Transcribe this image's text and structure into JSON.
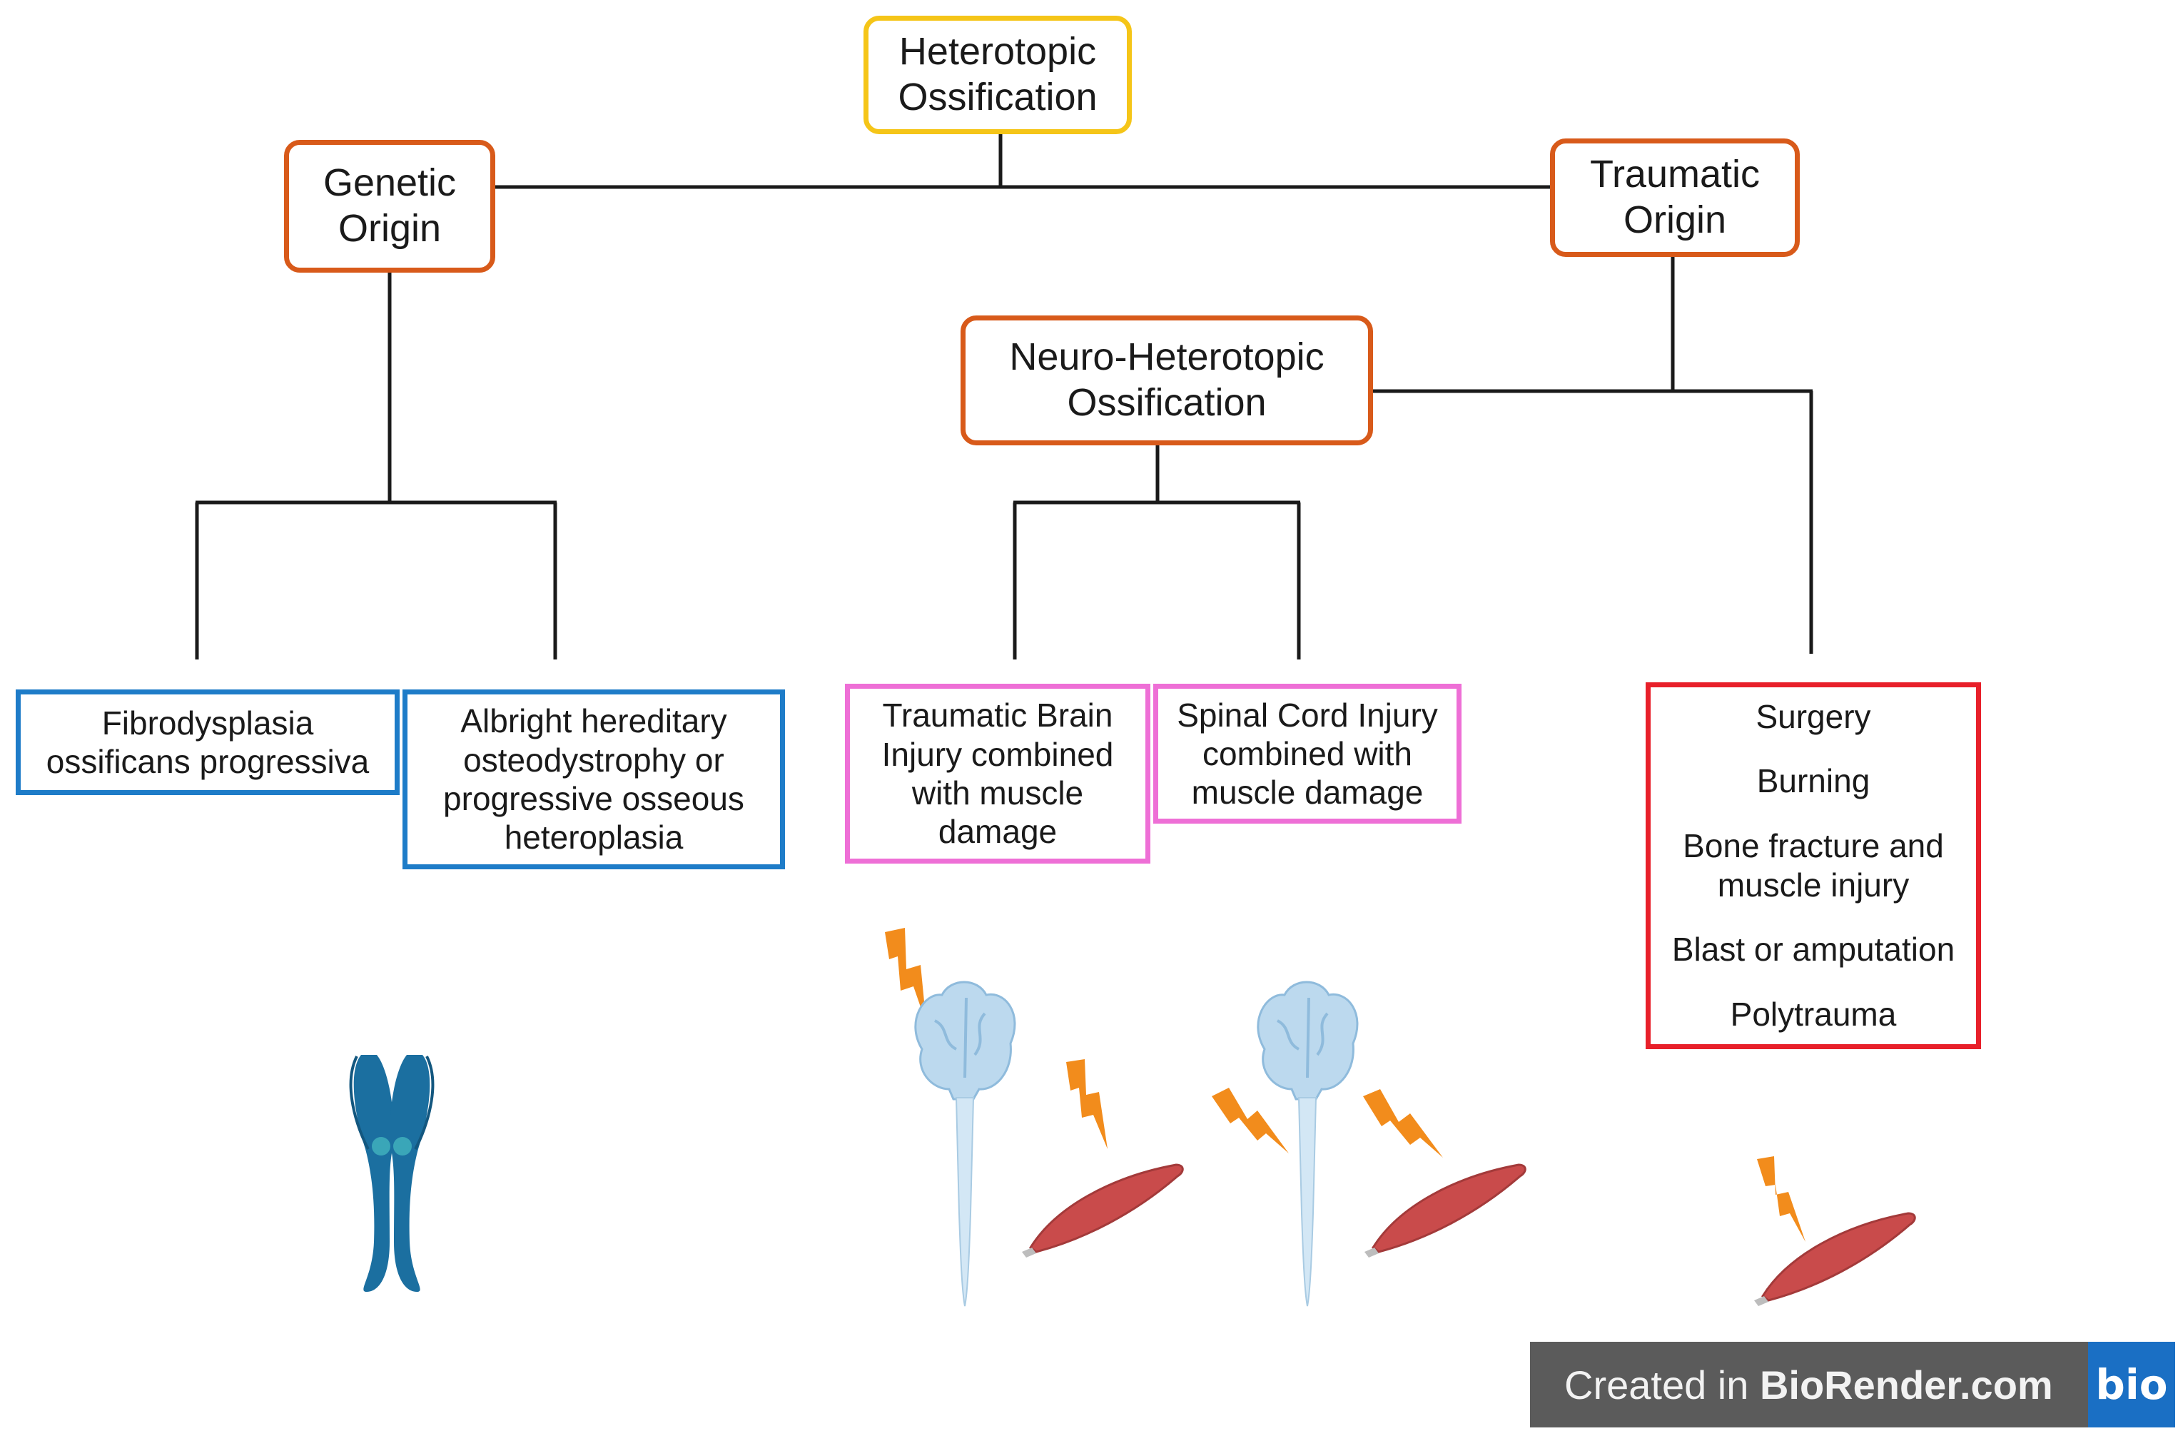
{
  "root": {
    "line1": "Heterotopic",
    "line2": "Ossification"
  },
  "genetic": {
    "line1": "Genetic",
    "line2": "Origin"
  },
  "traumatic": {
    "line1": "Traumatic",
    "line2": "Origin"
  },
  "neuro": {
    "line1": "Neuro-Heterotopic",
    "line2": "Ossification"
  },
  "fop": {
    "line1": "Fibrodysplasia",
    "line2": "ossificans progressiva"
  },
  "aho": {
    "line1": "Albright hereditary",
    "line2": "osteodystrophy or",
    "line3": "progressive osseous",
    "line4": "heteroplasia"
  },
  "tbi": {
    "line1": "Traumatic Brain",
    "line2": "Injury combined",
    "line3": "with muscle",
    "line4": "damage"
  },
  "sci": {
    "line1": "Spinal Cord Injury",
    "line2": "combined with",
    "line3": "muscle damage"
  },
  "trauma_causes": [
    "Surgery",
    "Burning",
    "Bone fracture and",
    "muscle injury",
    "Blast or amputation",
    "Polytrauma"
  ],
  "watermark": {
    "prefix": "Created in ",
    "brand": "BioRender.com",
    "logo": "bio"
  },
  "icons": [
    "chromosome-icon",
    "brain-spinal-cord-icon",
    "muscle-icon",
    "lightning-bolt-icon"
  ],
  "colors": {
    "root_border": "#F5C518",
    "origin_border": "#D85A1A",
    "genetic_children": "#1E7CC8",
    "neuro_children": "#EE6FD6",
    "trauma_list": "#E8202A"
  }
}
